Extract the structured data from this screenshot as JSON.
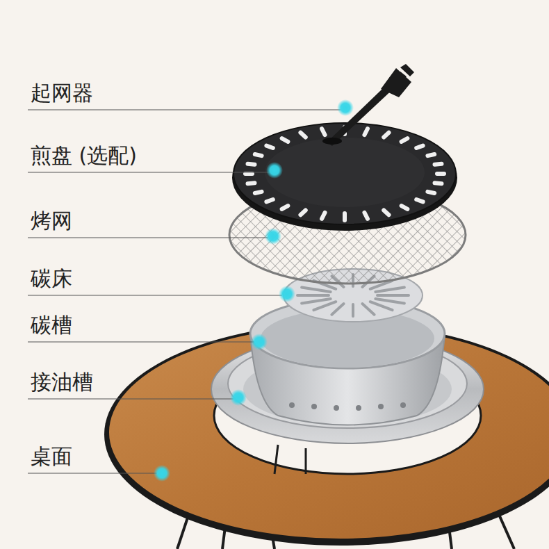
{
  "diagram": {
    "labels": [
      "起网器",
      "煎盘 (选配)",
      "烤网",
      "碳床",
      "碳槽",
      "接油槽",
      "桌面"
    ]
  }
}
